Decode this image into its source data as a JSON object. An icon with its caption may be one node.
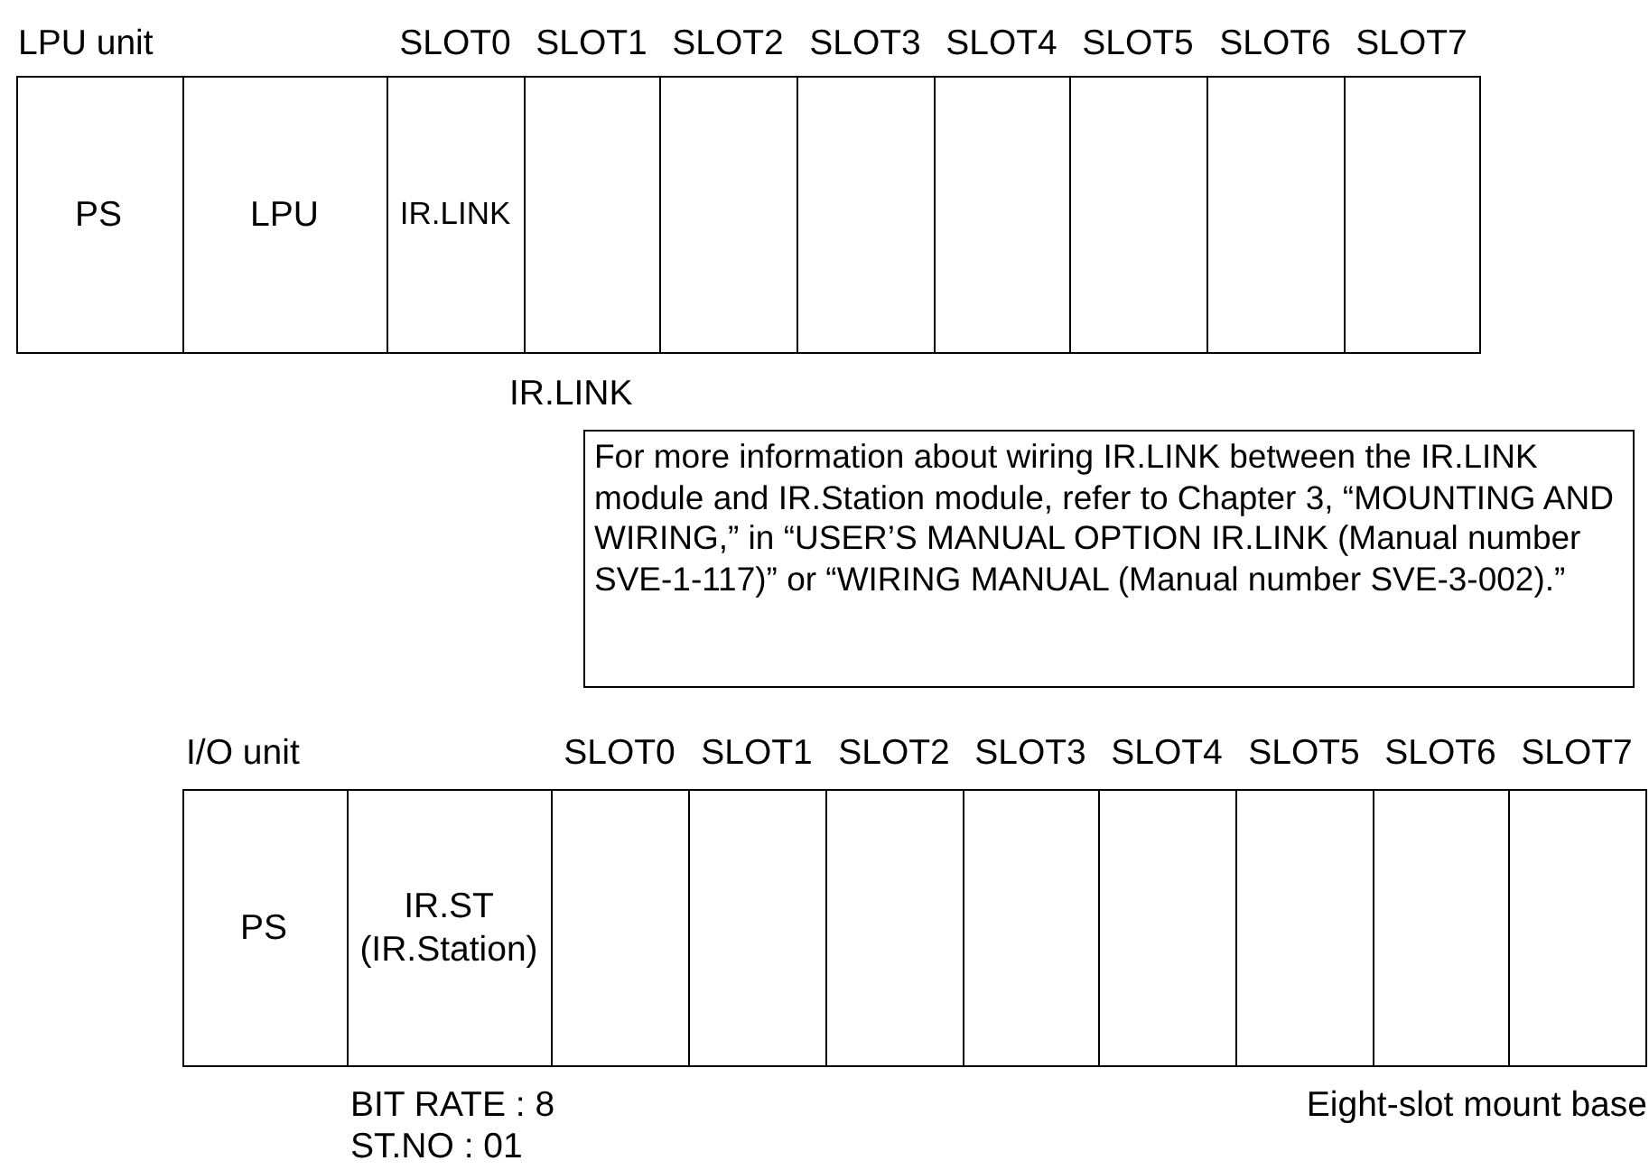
{
  "diagram": {
    "nodes": [
      {
        "text": [
          "LPU unit"
        ]
      },
      {
        "text": [
          "PS"
        ],
        "in": 0
      },
      {
        "text": [
          "LPU"
        ],
        "in": 0
      },
      {
        "text": [
          "IR.LINK"
        ],
        "in": 0
      },
      {
        "text": [],
        "shape": "box",
        "in": 0
      },
      {
        "text": [],
        "shape": "box",
        "in": 0
      },
      {
        "text": [],
        "shape": "box",
        "in": 0
      },
      {
        "text": [],
        "shape": "box",
        "in": 0
      },
      {
        "text": [],
        "shape": "box",
        "in": 0
      },
      {
        "text": [],
        "shape": "box",
        "in": 0
      },
      {
        "text": [],
        "shape": "box",
        "in": 0
      },
      {
        "text": [
          "For more information about wiring IR.LINK between the IR.LINK module and IR.Station module, refer to Chapter 3, “MOUNTING AND WIRING,” in “USER’S MANUAL OPTION IR.LINK (Manual number SVE-1-117)” or “WIRING MANUAL (Manual number SVE-3-002).”"
        ]
      },
      {
        "text": [
          "I/O unit"
        ],
        "beside": [
          "Eight-slot mount base"
        ]
      },
      {
        "text": [
          "PS"
        ],
        "in": 12
      },
      {
        "text": [
          "IR.ST (IR.Station)"
        ],
        "in": 12,
        "beside": [
          "BIT RATE : 8",
          "ST.NO : 01"
        ]
      },
      {
        "text": [],
        "shape": "box",
        "in": 12
      },
      {
        "text": [],
        "shape": "box",
        "in": 12
      },
      {
        "text": [],
        "shape": "box",
        "in": 12
      },
      {
        "text": [],
        "shape": "box",
        "in": 12
      },
      {
        "text": [],
        "shape": "box",
        "in": 12
      },
      {
        "text": [],
        "shape": "box",
        "in": 12
      },
      {
        "text": [],
        "shape": "box",
        "in": 12
      },
      {
        "text": [],
        "shape": "box",
        "in": 12
      }
    ],
    "edges": [],
    "labels": [
      "SLOT0",
      "SLOT1",
      "SLOT2",
      "SLOT3",
      "SLOT4",
      "SLOT5",
      "SLOT6",
      "SLOT7",
      "IR.LINK",
      "SLOT0",
      "SLOT1",
      "SLOT2",
      "SLOT3",
      "SLOT4",
      "SLOT5",
      "SLOT6",
      "SLOT7"
    ]
  }
}
